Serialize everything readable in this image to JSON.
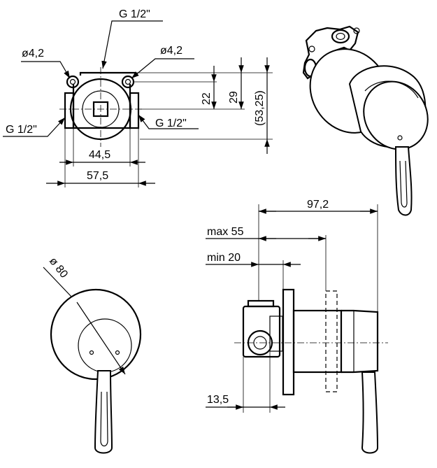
{
  "front_view": {
    "inlet_top": "G 1/2\"",
    "hole_left": "ø4,2",
    "hole_right": "ø4,2",
    "outlet_left": "G 1/2\"",
    "outlet_right": "G 1/2\"",
    "dim_22": "22",
    "dim_29": "29",
    "dim_53_25": "(53,25)",
    "width_inner": "44,5",
    "width_outer": "57,5"
  },
  "plate_view": {
    "diameter": "ø 80"
  },
  "side_view": {
    "depth_total": "97,2",
    "max_depth": "max 55",
    "min_depth": "min 20",
    "body_depth": "13,5"
  }
}
